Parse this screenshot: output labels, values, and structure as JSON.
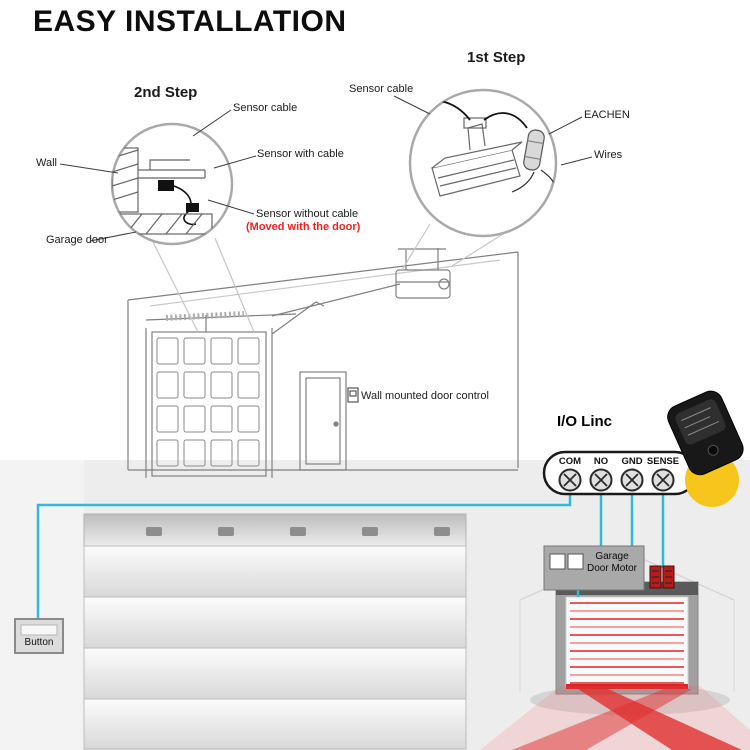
{
  "title": "EASY INSTALLATION",
  "steps": {
    "step2": {
      "label": "2nd Step",
      "annotations": {
        "sensor_cable": "Sensor cable",
        "wall": "Wall",
        "sensor_with_cable": "Sensor with cable",
        "sensor_without_cable": "Sensor without cable",
        "moved_with_door": "(Moved with the door)",
        "garage_door": "Garage door"
      }
    },
    "step1": {
      "label": "1st Step",
      "annotations": {
        "sensor_cable": "Sensor cable",
        "eachen": "EACHEN",
        "wires": "Wires"
      }
    }
  },
  "middle": {
    "wall_control": "Wall mounted door control"
  },
  "wiring": {
    "device_label": "I/O Linc",
    "terminals": [
      "COM",
      "NO",
      "GND",
      "SENSE"
    ],
    "motor_label": "Garage\nDoor Motor",
    "button_label": "Button"
  },
  "colors": {
    "wire": "#2fb9dd",
    "alert_red": "#e03030",
    "device_yellow": "#f6c61c"
  }
}
